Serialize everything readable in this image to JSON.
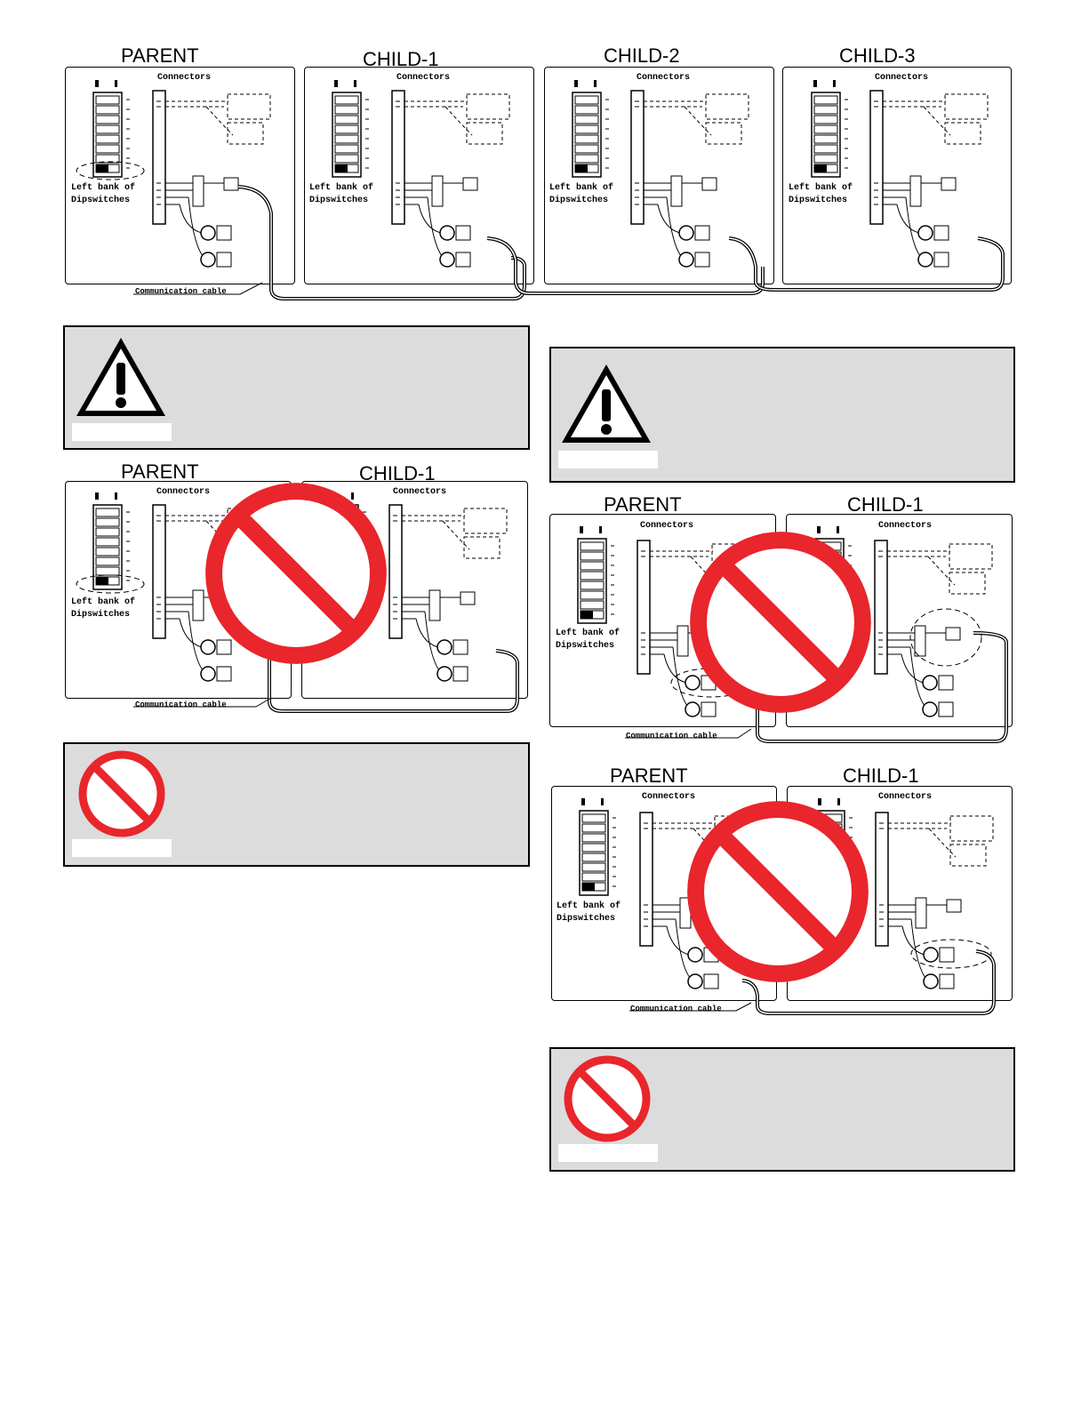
{
  "top": {
    "units": [
      "PARENT",
      "CHILD-1",
      "CHILD-2",
      "CHILD-3"
    ],
    "connectors": "Connectors",
    "dip_label_1": "Left bank of",
    "dip_label_2": "Dipswitches",
    "cable": "Communication cable"
  },
  "middle_left": {
    "units": [
      "PARENT",
      "CHILD-1"
    ],
    "connectors": "Connectors",
    "dip_label_1": "Left bank of",
    "dip_label_2": "Dipswitches",
    "cable": "Communication cable"
  },
  "right_a": {
    "units": [
      "PARENT",
      "CHILD-1"
    ],
    "connectors": "Connectors",
    "dip_label_1": "Left bank of",
    "dip_label_2": "Dipswitches",
    "cable": "Communication cable"
  },
  "right_b": {
    "units": [
      "PARENT",
      "CHILD-1"
    ],
    "connectors": "Connectors",
    "dip_label_1": "Left bank of",
    "dip_label_2": "Dipswitches",
    "cable": "Communication cable"
  },
  "colors": {
    "prohibit": "#e8262b",
    "panel": "#dcdcdd"
  }
}
